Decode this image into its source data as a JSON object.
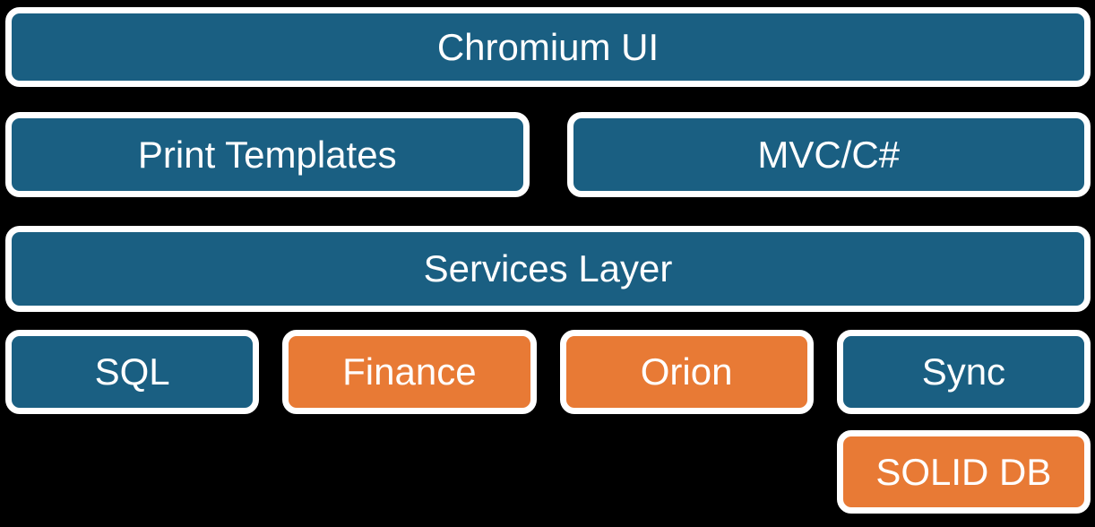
{
  "diagram": {
    "title": "application architecture stack",
    "background_color": "#000000",
    "border_color": "#ffffff",
    "text_color": "#ffffff",
    "colors": {
      "teal": "#1A5F82",
      "orange": "#E87A35"
    },
    "boxes": {
      "chromium_ui": {
        "label": "Chromium UI",
        "color": "teal"
      },
      "print_templates": {
        "label": "Print Templates",
        "color": "teal"
      },
      "mvc_csharp": {
        "label": "MVC/C#",
        "color": "teal"
      },
      "services_layer": {
        "label": "Services Layer",
        "color": "teal"
      },
      "sql": {
        "label": "SQL",
        "color": "teal"
      },
      "finance": {
        "label": "Finance",
        "color": "orange"
      },
      "orion": {
        "label": "Orion",
        "color": "orange"
      },
      "sync": {
        "label": "Sync",
        "color": "teal"
      },
      "solid_db": {
        "label": "SOLID DB",
        "color": "orange"
      }
    }
  }
}
